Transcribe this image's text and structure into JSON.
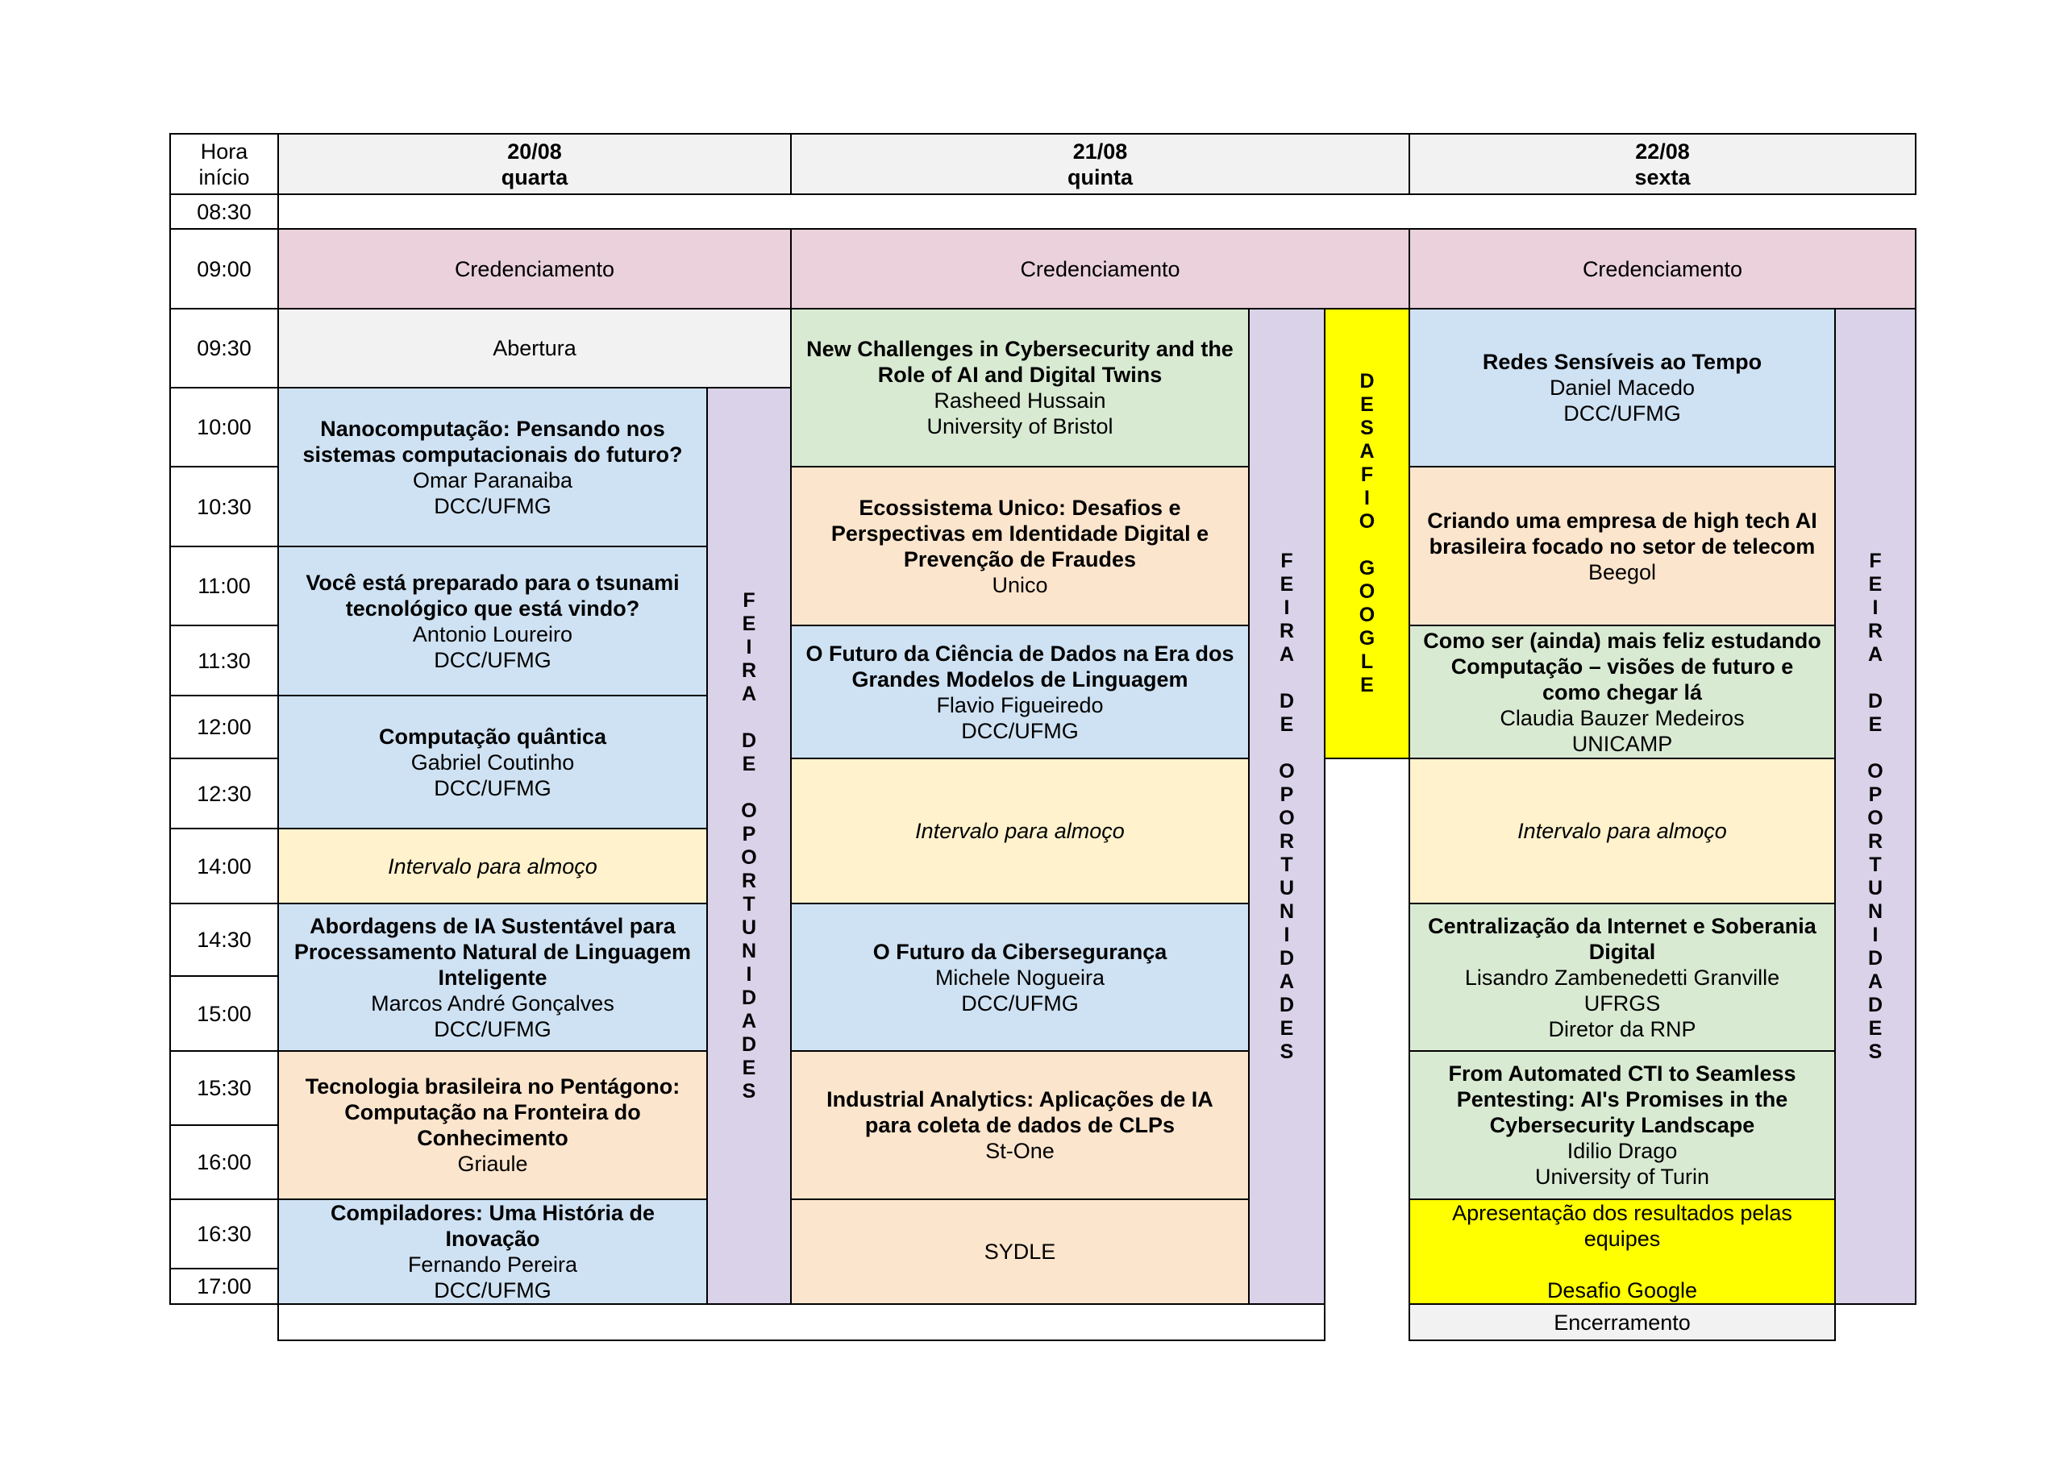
{
  "colors": {
    "gray": "#f2f2f2",
    "pink": "#ead1dc",
    "blue": "#cfe2f3",
    "orange": "#fce5cd",
    "yellow_light": "#fff2cc",
    "green": "#d9ead3",
    "purple": "#d9d2e9",
    "yellow": "#ffff00",
    "white": "#ffffff"
  },
  "header": {
    "hora": "Hora\ninício",
    "days": [
      {
        "date": "20/08",
        "weekday": "quarta"
      },
      {
        "date": "21/08",
        "weekday": "quinta"
      },
      {
        "date": "22/08",
        "weekday": "sexta"
      }
    ]
  },
  "times": [
    "08:30",
    "09:00",
    "09:30",
    "10:00",
    "10:30",
    "11:00",
    "11:30",
    "12:00",
    "12:30",
    "14:00",
    "14:30",
    "15:00",
    "15:30",
    "16:00",
    "16:30",
    "17:00"
  ],
  "credenciamento": "Credenciamento",
  "abertura": "Abertura",
  "encerramento": "Encerramento",
  "intervalo": "Intervalo para almoço",
  "feira": [
    "F",
    "E",
    "I",
    "R",
    "A",
    "",
    "D",
    "E",
    "",
    "O",
    "P",
    "O",
    "R",
    "T",
    "U",
    "N",
    "I",
    "D",
    "A",
    "D",
    "E",
    "S"
  ],
  "desafio_google": [
    "D",
    "E",
    "S",
    "A",
    "F",
    "I",
    "O",
    "",
    "G",
    "O",
    "O",
    "G",
    "L",
    "E"
  ],
  "sessions": [
    {
      "title": "Nanocomputação: Pensando nos\nsistemas computacionais do futuro?",
      "lines": "Omar Paranaiba\nDCC/UFMG"
    },
    {
      "title": "Você está preparado para o tsunami\ntecnológico que está vindo?",
      "lines": "Antonio Loureiro\nDCC/UFMG"
    },
    {
      "title": "Computação quântica",
      "lines": "Gabriel Coutinho\nDCC/UFMG"
    },
    {
      "title": "Abordagens de IA Sustentável para\nProcessamento Natural de Linguagem\nInteligente",
      "lines": "Marcos André Gonçalves\nDCC/UFMG"
    },
    {
      "title": "Tecnologia brasileira no Pentágono:\nComputação na Fronteira do\nConhecimento",
      "lines": "Griaule"
    },
    {
      "title": "Compiladores: Uma História de\nInovação",
      "lines": "Fernando Pereira\nDCC/UFMG"
    },
    {
      "title": "New Challenges in Cybersecurity and the\nRole of AI and Digital Twins",
      "lines": "Rasheed Hussain\nUniversity of Bristol"
    },
    {
      "title": "Ecossistema Unico: Desafios e\nPerspectivas em Identidade Digital e\nPrevenção de Fraudes",
      "lines": "Unico"
    },
    {
      "title": "O Futuro da Ciência de Dados na Era dos\nGrandes Modelos de Linguagem",
      "lines": "Flavio Figueiredo\nDCC/UFMG"
    },
    {
      "title": "O Futuro da Cibersegurança",
      "lines": "Michele Nogueira\nDCC/UFMG"
    },
    {
      "title": "Industrial Analytics: Aplicações de IA\npara coleta de dados de CLPs",
      "lines": "St-One"
    },
    {
      "title": "",
      "lines": "SYDLE"
    },
    {
      "title": "Redes Sensíveis ao Tempo",
      "lines": "Daniel Macedo\nDCC/UFMG"
    },
    {
      "title": "Criando uma empresa de high tech AI\nbrasileira focado no setor de telecom",
      "lines": "Beegol"
    },
    {
      "title": "Como ser (ainda) mais feliz estudando\nComputação – visões de futuro e\ncomo chegar lá",
      "lines": "Claudia Bauzer Medeiros\nUNICAMP"
    },
    {
      "title": "Centralização da Internet e Soberania\nDigital",
      "lines": "Lisandro Zambenedetti Granville\nUFRGS\nDiretor da RNP"
    },
    {
      "title": "From Automated CTI to Seamless\nPentesting: AI's Promises in the\nCybersecurity Landscape",
      "lines": "Idilio Drago\nUniversity of Turin"
    },
    {
      "title": "",
      "lines": "Apresentação dos resultados pelas\nequipes\n\nDesafio Google"
    }
  ]
}
